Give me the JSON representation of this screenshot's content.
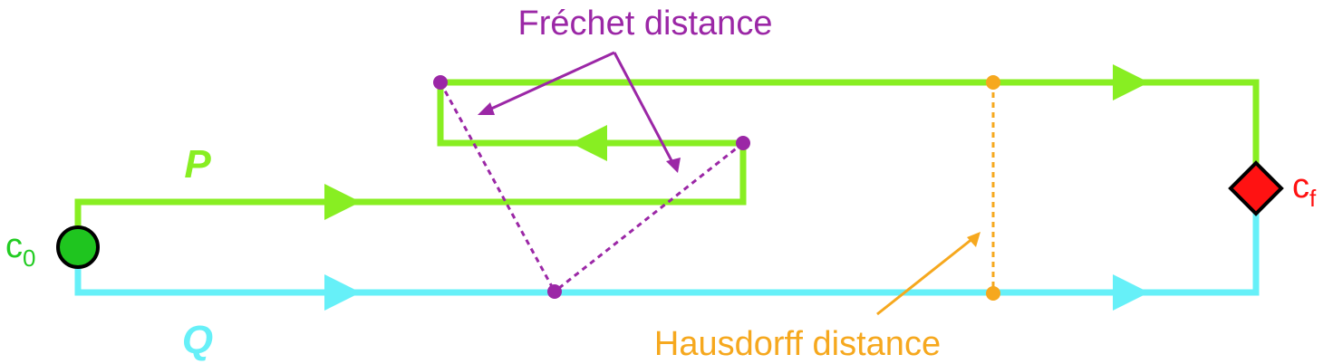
{
  "labels": {
    "frechet": "Fréchet distance",
    "hausdorff": "Hausdorff distance",
    "curve_p": "P",
    "curve_q": "Q",
    "start_base": "c",
    "start_sub": "0",
    "end_base": "c",
    "end_sub": "f"
  },
  "colors": {
    "curve_p": "#88ee22",
    "curve_q": "#66f0f8",
    "frechet": "#9b27a6",
    "hausdorff": "#f6a81e",
    "start_fill": "#1fc51f",
    "start_label": "#22cc22",
    "end_fill": "#ff1212",
    "end_label": "#ff1111",
    "outline": "#000000"
  },
  "shapes": {
    "start_marker": "circle",
    "end_marker": "diamond"
  }
}
